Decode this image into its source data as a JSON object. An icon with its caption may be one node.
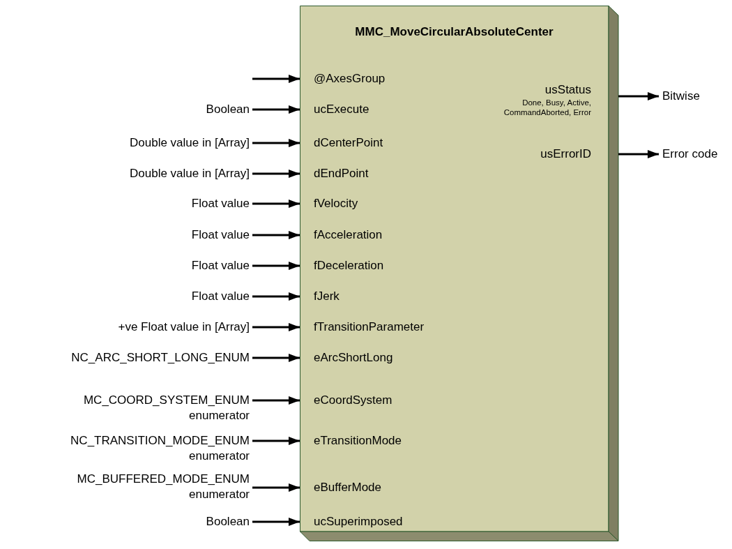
{
  "diagram": {
    "nodes": [
      {
        "text": [
          "MMC_MoveCircularAbsoluteCenter"
        ]
      },
      {
        "text": [
          "@AxesGroup"
        ],
        "in": 0
      },
      {
        "text": [
          "ucExecute"
        ],
        "in": 0
      },
      {
        "text": [
          "dCenterPoint"
        ],
        "in": 0
      },
      {
        "text": [
          "dEndPoint"
        ],
        "in": 0
      },
      {
        "text": [
          "fVelocity"
        ],
        "in": 0
      },
      {
        "text": [
          "fAcceleration"
        ],
        "in": 0
      },
      {
        "text": [
          "fDeceleration"
        ],
        "in": 0
      },
      {
        "text": [
          "fJerk"
        ],
        "in": 0
      },
      {
        "text": [
          "fTransitionParameter"
        ],
        "in": 0
      },
      {
        "text": [
          "eArcShortLong"
        ],
        "in": 0
      },
      {
        "text": [
          "eCoordSystem"
        ],
        "in": 0
      },
      {
        "text": [
          "eTransitionMode"
        ],
        "in": 0
      },
      {
        "text": [
          "eBufferMode"
        ],
        "in": 0
      },
      {
        "text": [
          "ucSuperimposed"
        ],
        "in": 0
      },
      {
        "text": [
          "usStatus",
          "Done, Busy, Active, CommandAborted, Error"
        ],
        "in": 0
      },
      {
        "text": [
          "usErrorID"
        ],
        "in": 0
      },
      {
        "text": [
          "Boolean"
        ]
      },
      {
        "text": [
          "Double value in [Array]"
        ]
      },
      {
        "text": [
          "Double value in [Array]"
        ]
      },
      {
        "text": [
          "Float value"
        ]
      },
      {
        "text": [
          "Float value"
        ]
      },
      {
        "text": [
          "Float value"
        ]
      },
      {
        "text": [
          "Float value"
        ]
      },
      {
        "text": [
          "+ve Float value in [Array]"
        ]
      },
      {
        "text": [
          "NC_ARC_SHORT_LONG_ENUM"
        ]
      },
      {
        "text": [
          "MC_COORD_SYSTEM_ENUM",
          "enumerator"
        ]
      },
      {
        "text": [
          "NC_TRANSITION_MODE_ENUM",
          "enumerator"
        ]
      },
      {
        "text": [
          "MC_BUFFERED_MODE_ENUM",
          "enumerator"
        ]
      },
      {
        "text": [
          "Boolean"
        ]
      },
      {
        "text": [
          "Bitwise"
        ]
      },
      {
        "text": [
          "Error code"
        ]
      }
    ],
    "edges": [
      {
        "from": null,
        "to": 1,
        "arrow": "to"
      },
      {
        "from": 17,
        "to": 2,
        "arrow": "to"
      },
      {
        "from": 18,
        "to": 3,
        "arrow": "to"
      },
      {
        "from": 19,
        "to": 4,
        "arrow": "to"
      },
      {
        "from": 20,
        "to": 5,
        "arrow": "to"
      },
      {
        "from": 21,
        "to": 6,
        "arrow": "to"
      },
      {
        "from": 22,
        "to": 7,
        "arrow": "to"
      },
      {
        "from": 23,
        "to": 8,
        "arrow": "to"
      },
      {
        "from": 24,
        "to": 9,
        "arrow": "to"
      },
      {
        "from": 25,
        "to": 10,
        "arrow": "to"
      },
      {
        "from": 26,
        "to": 11,
        "arrow": "to"
      },
      {
        "from": 27,
        "to": 12,
        "arrow": "to"
      },
      {
        "from": 28,
        "to": 13,
        "arrow": "to"
      },
      {
        "from": 29,
        "to": 14,
        "arrow": "to"
      },
      {
        "from": 15,
        "to": 30,
        "arrow": "to"
      },
      {
        "from": 16,
        "to": 31,
        "arrow": "to"
      }
    ]
  }
}
